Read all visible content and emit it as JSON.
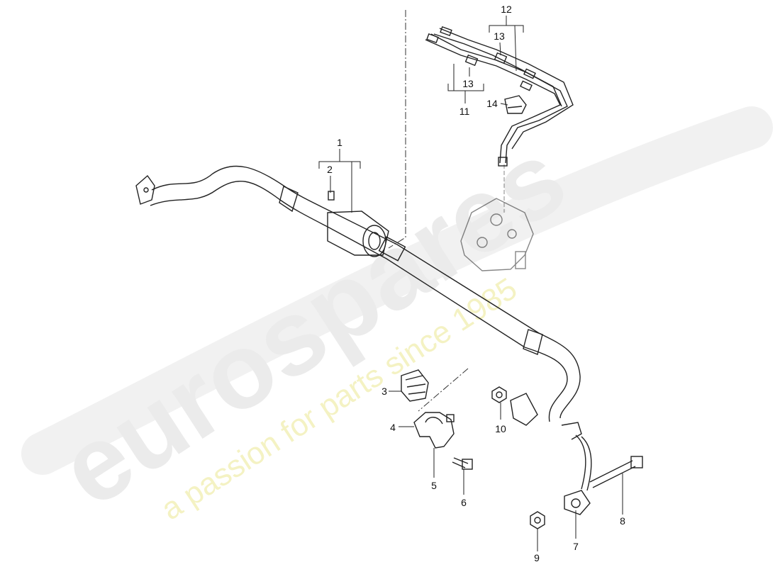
{
  "watermark": {
    "brand": "eurospares",
    "tagline": "a passion for parts since 1985",
    "brand_color": "#e6e6e6",
    "tagline_color": "#f2f0b8"
  },
  "callouts": [
    {
      "id": "1",
      "label": "1"
    },
    {
      "id": "2",
      "label": "2"
    },
    {
      "id": "3",
      "label": "3"
    },
    {
      "id": "4",
      "label": "4"
    },
    {
      "id": "5",
      "label": "5"
    },
    {
      "id": "6",
      "label": "6"
    },
    {
      "id": "7",
      "label": "7"
    },
    {
      "id": "8",
      "label": "8"
    },
    {
      "id": "9",
      "label": "9"
    },
    {
      "id": "10",
      "label": "10"
    },
    {
      "id": "11",
      "label": "11"
    },
    {
      "id": "12",
      "label": "12"
    },
    {
      "id": "13a",
      "label": "13"
    },
    {
      "id": "13b",
      "label": "13"
    },
    {
      "id": "14",
      "label": "14"
    }
  ]
}
